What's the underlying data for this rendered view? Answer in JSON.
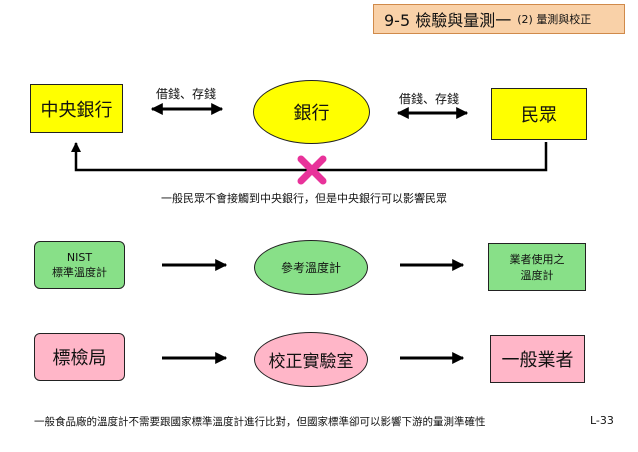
{
  "title": {
    "main": "9-5 檢驗與量測一",
    "sub": "(2) 量測與校正"
  },
  "row1": {
    "central_bank": "中央銀行",
    "bank": "銀行",
    "public": "民眾",
    "label_left": "借錢、存錢",
    "label_right": "借錢、存錢",
    "note": "一般民眾不會接觸到中央銀行，但是中央銀行可以影響民眾"
  },
  "row2": {
    "nist_line1": "NIST",
    "nist_line2": "標準溫度計",
    "reference": "參考溫度計",
    "user_line1": "業者使用之",
    "user_line2": "溫度計"
  },
  "row3": {
    "bureau": "標檢局",
    "lab": "校正實驗室",
    "business": "一般業者"
  },
  "footer": {
    "note": "一般食品廠的溫度計不需要跟國家標準溫度計進行比對，但國家標準卻可以影響下游的量測準確性",
    "page": "L-33"
  },
  "colors": {
    "yellow": "#ffff00",
    "green": "#88e088",
    "pink": "#ffb6c8",
    "title_bg": "#f9d1a8",
    "cross": "#e8329a"
  }
}
